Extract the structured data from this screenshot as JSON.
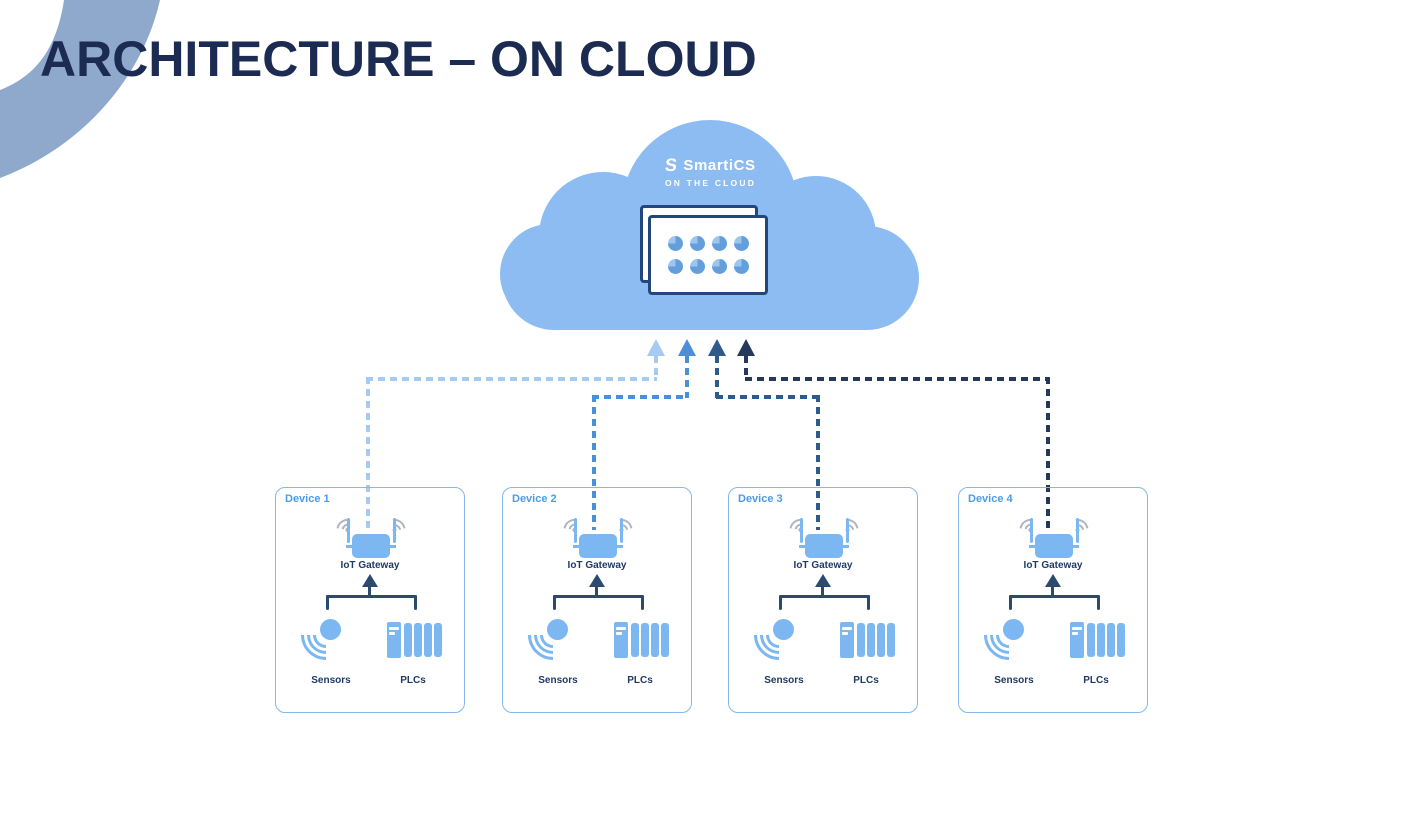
{
  "title": "ARCHITECTURE – ON CLOUD",
  "cloud": {
    "logo_mark": "S",
    "logo_text": "SmartiCS",
    "subtitle": "ON THE CLOUD",
    "color": "#8CBCF2",
    "card_border_color": "#24477B",
    "card_circle_color": "#649FDB"
  },
  "connectors": [
    {
      "target": "Device 1",
      "color": "#A6CBF2",
      "style": "dashed",
      "direction": "up-to-cloud"
    },
    {
      "target": "Device 2",
      "color": "#4B8FD9",
      "style": "dashed",
      "direction": "up-to-cloud"
    },
    {
      "target": "Device 3",
      "color": "#2F5A8C",
      "style": "dashed",
      "direction": "up-to-cloud"
    },
    {
      "target": "Device 4",
      "color": "#25395A",
      "style": "dashed",
      "direction": "up-to-cloud"
    }
  ],
  "devices": [
    {
      "name": "Device 1",
      "gateway": "IoT Gateway",
      "sensors": "Sensors",
      "plcs": "PLCs"
    },
    {
      "name": "Device 2",
      "gateway": "IoT Gateway",
      "sensors": "Sensors",
      "plcs": "PLCs"
    },
    {
      "name": "Device 3",
      "gateway": "IoT Gateway",
      "sensors": "Sensors",
      "plcs": "PLCs"
    },
    {
      "name": "Device 4",
      "gateway": "IoT Gateway",
      "sensors": "Sensors",
      "plcs": "PLCs"
    }
  ],
  "colors": {
    "title": "#1B2B52",
    "decorative_arc": "#8FA9CD",
    "device_border": "#82B8EC",
    "device_label": "#4D9BE5",
    "icon_blue": "#7CB7F2",
    "dark_text": "#1F3A66",
    "bracket": "#2C4A6E",
    "wifi_gray": "#AEB5C0"
  }
}
